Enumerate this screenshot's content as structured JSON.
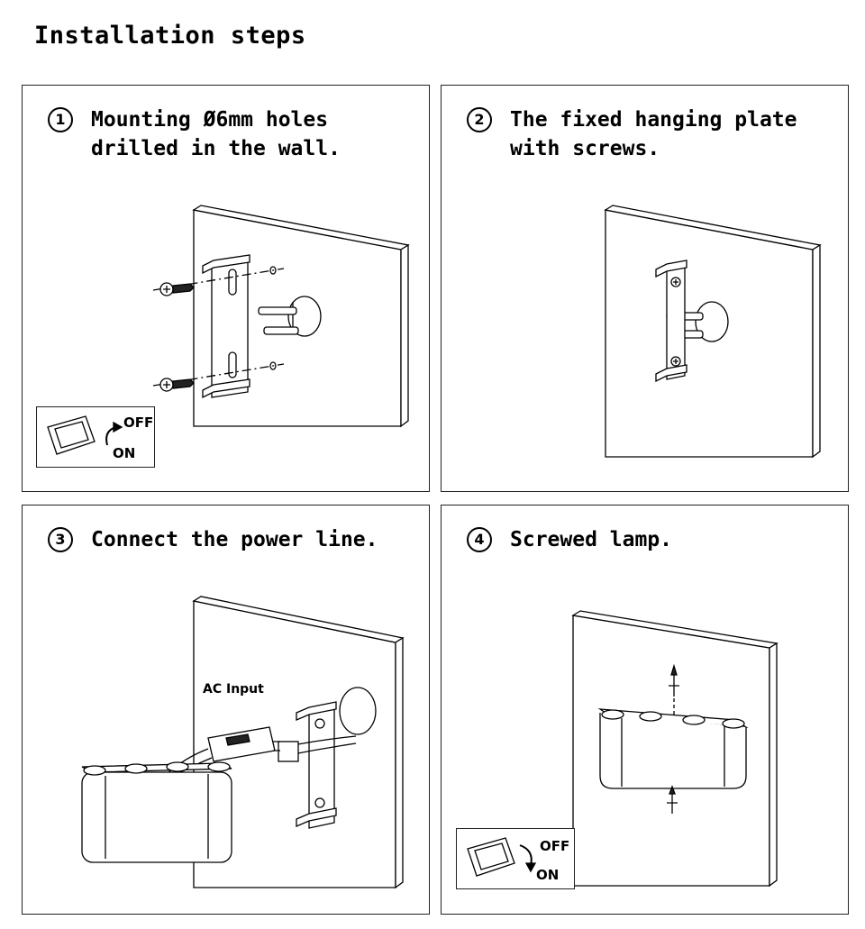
{
  "title": "Installation steps",
  "steps": [
    {
      "num": "1",
      "text": "Mounting Ø6mm holes\ndrilled in the wall."
    },
    {
      "num": "2",
      "text": "The fixed hanging plate\nwith screws."
    },
    {
      "num": "3",
      "text": "Connect the power line."
    },
    {
      "num": "4",
      "text": "Screwed lamp."
    }
  ],
  "switch": {
    "off": "OFF",
    "on": "ON"
  },
  "ac_input": "AC Input"
}
